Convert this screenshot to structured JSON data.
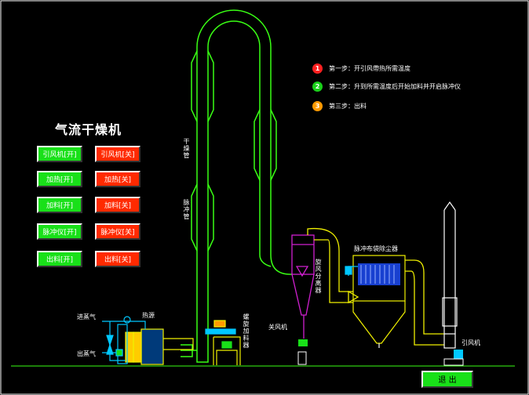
{
  "app": {
    "title": "气流干燥机"
  },
  "controls": [
    {
      "on_label": "引风机[开]",
      "off_label": "引风机[关]"
    },
    {
      "on_label": "加热[开]",
      "off_label": "加热[关]"
    },
    {
      "on_label": "加料[开]",
      "off_label": "加料[关]"
    },
    {
      "on_label": "脉冲仪[开]",
      "off_label": "脉冲仪[关]"
    },
    {
      "on_label": "出料[开]",
      "off_label": "出料[关]"
    }
  ],
  "steps": [
    {
      "num": "1",
      "text": "第一步：开引风帶热所需温度",
      "color": "#ff2020"
    },
    {
      "num": "2",
      "text": "第二步：升到所需温度后开始加料并开启脉冲仪",
      "color": "#19d019"
    },
    {
      "num": "3",
      "text": "第三步：出料",
      "color": "#ff9a00"
    }
  ],
  "diagram": {
    "dry_pipe_label": "干燥管",
    "pulse_pipe_label": "脉冲管",
    "cyclone_label": "旋风分离器",
    "bag_filter_label": "脉冲布袋除尘器",
    "airlock_label": "关风机",
    "fan_label": "引风机",
    "feeder_label": "螺旋加料器",
    "heat_source_label": "热源",
    "steam_in_label": "进蒸气",
    "steam_out_label": "出蒸气"
  },
  "footer": {
    "exit_label": "退 出"
  },
  "colors": {
    "on": "#19e019",
    "off": "#ff2a00",
    "pipe": "#39ff14",
    "duct": "#f0f000",
    "cyclone": "#d020d0",
    "steam": "#00c8ff"
  }
}
